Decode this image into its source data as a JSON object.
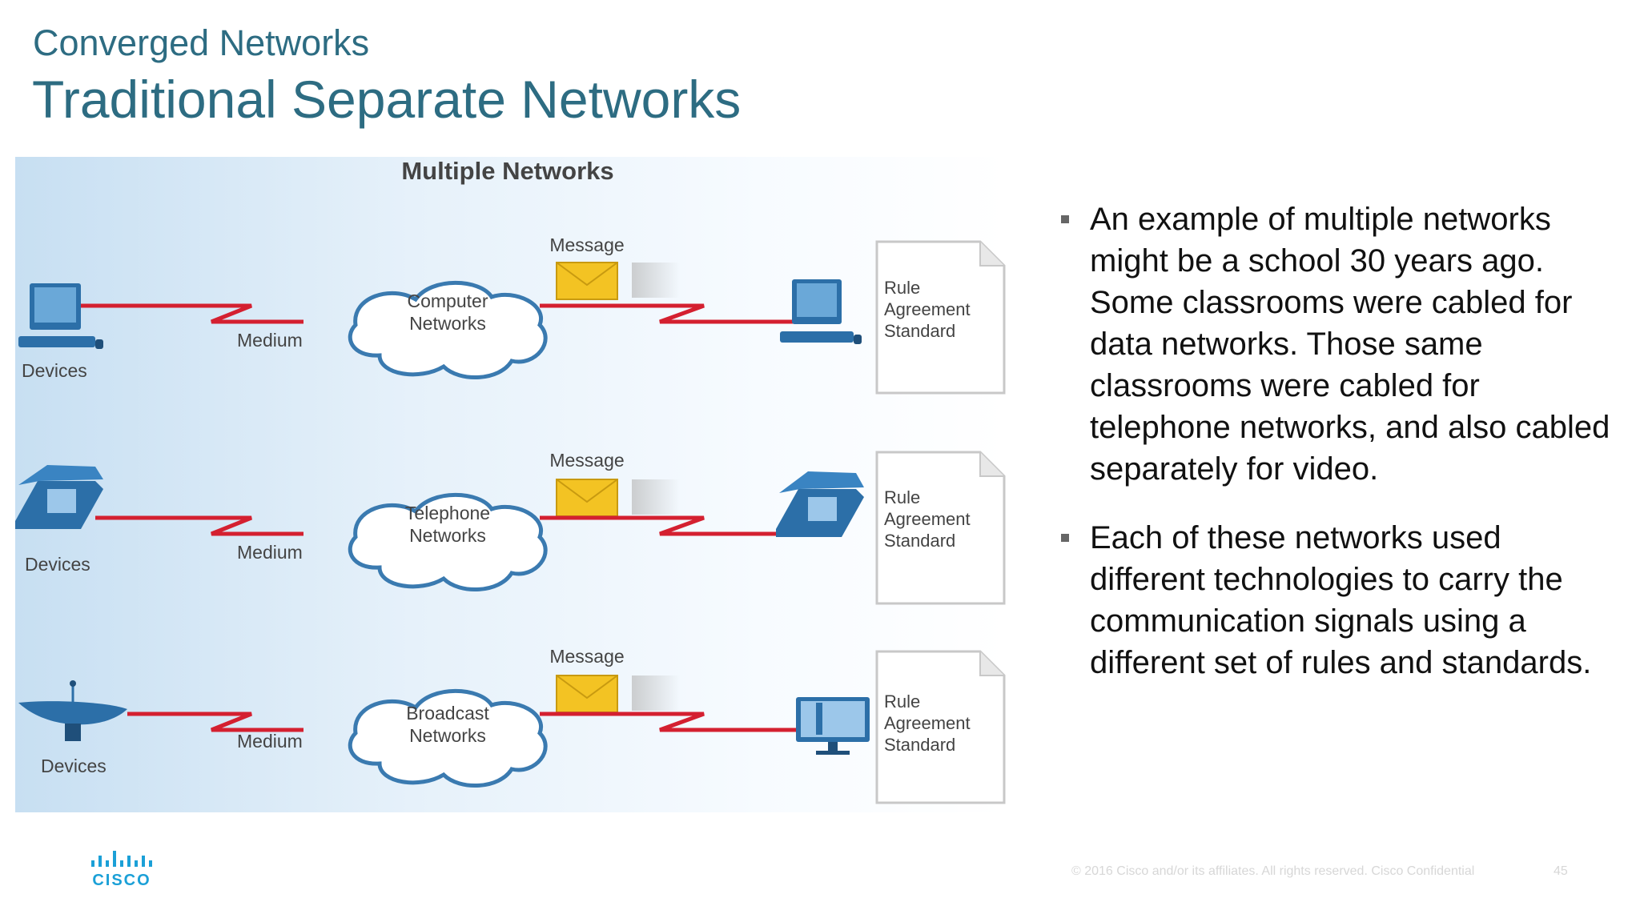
{
  "header": {
    "subtitle": "Converged Networks",
    "title": "Traditional Separate Networks"
  },
  "diagram": {
    "title": "Multiple Networks",
    "rows": [
      {
        "devices_label": "Devices",
        "medium_label": "Medium",
        "message_label": "Message",
        "network_line1": "Computer",
        "network_line2": "Networks",
        "device_icon": "computer-icon",
        "rule_lines": [
          "Rule",
          "Agreement",
          "Standard"
        ]
      },
      {
        "devices_label": "Devices",
        "medium_label": "Medium",
        "message_label": "Message",
        "network_line1": "Telephone",
        "network_line2": "Networks",
        "device_icon": "telephone-icon",
        "rule_lines": [
          "Rule",
          "Agreement",
          "Standard"
        ]
      },
      {
        "devices_label": "Devices",
        "medium_label": "Medium",
        "message_label": "Message",
        "network_line1": "Broadcast",
        "network_line2": "Networks",
        "device_icon": "satellite-dish-icon",
        "rule_lines": [
          "Rule",
          "Agreement",
          "Standard"
        ]
      }
    ],
    "colors": {
      "link": "#d42030",
      "cloud_stroke": "#3a7ab0",
      "envelope": "#f3c323",
      "device": "#2e7ab8"
    }
  },
  "bullets": [
    "An example of multiple networks might be a school 30 years ago. Some classrooms were cabled for data networks.  Those same classrooms were cabled for telephone networks, and also cabled separately for video.",
    "Each of these networks used different technologies to carry the communication signals using a different set of rules and standards."
  ],
  "footer": {
    "copyright": "© 2016  Cisco and/or its affiliates. All rights reserved.   Cisco Confidential",
    "page_number": "45",
    "logo_text": "CISCO"
  }
}
